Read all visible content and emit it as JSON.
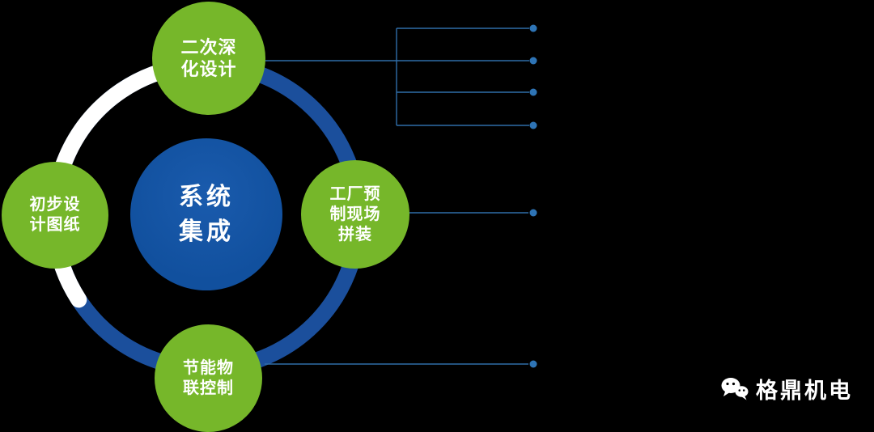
{
  "background": "#000000",
  "colors": {
    "green": "#76b72a",
    "ring_blue": "#1b4f9c",
    "center_blue": "#11509e",
    "line_blue": "#2f6da8",
    "dot_blue": "#2e74b5",
    "white": "#ffffff"
  },
  "diagram": {
    "center": {
      "lines": [
        "系统",
        "集成"
      ]
    },
    "nodes": {
      "top": {
        "lines": [
          "二次深",
          "化设计"
        ]
      },
      "left": {
        "lines": [
          "初步设",
          "计图纸"
        ]
      },
      "right": {
        "lines": [
          "工厂预",
          "制现场",
          "拼装"
        ]
      },
      "bottom": {
        "lines": [
          "节能物",
          "联控制"
        ]
      }
    }
  },
  "watermark": {
    "brand": "格鼎机电",
    "icon": "wechat-icon"
  }
}
